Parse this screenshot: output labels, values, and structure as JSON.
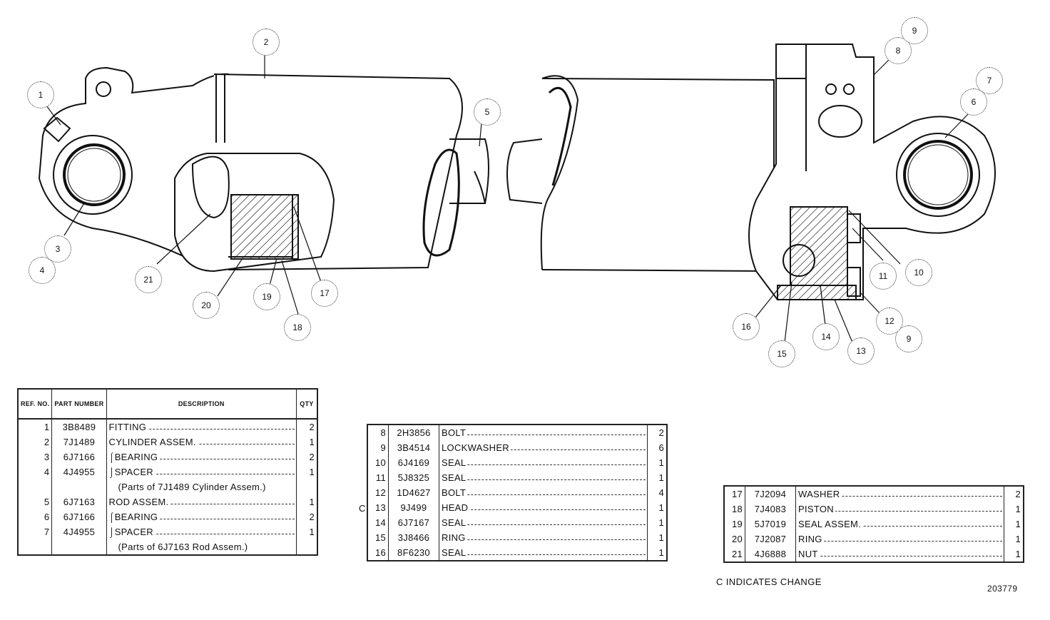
{
  "callouts": [
    {
      "id": "c1",
      "label": "1"
    },
    {
      "id": "c2",
      "label": "2"
    },
    {
      "id": "c3",
      "label": "3"
    },
    {
      "id": "c4",
      "label": "4"
    },
    {
      "id": "c5",
      "label": "5"
    },
    {
      "id": "c6",
      "label": "6"
    },
    {
      "id": "c7",
      "label": "7"
    },
    {
      "id": "c8",
      "label": "8"
    },
    {
      "id": "c9a",
      "label": "9"
    },
    {
      "id": "c9b",
      "label": "9"
    },
    {
      "id": "c10",
      "label": "10"
    },
    {
      "id": "c11",
      "label": "11"
    },
    {
      "id": "c12",
      "label": "12"
    },
    {
      "id": "c13",
      "label": "13"
    },
    {
      "id": "c14",
      "label": "14"
    },
    {
      "id": "c15",
      "label": "15"
    },
    {
      "id": "c16",
      "label": "16"
    },
    {
      "id": "c17",
      "label": "17"
    },
    {
      "id": "c18",
      "label": "18"
    },
    {
      "id": "c19",
      "label": "19"
    },
    {
      "id": "c20",
      "label": "20"
    },
    {
      "id": "c21",
      "label": "21"
    }
  ],
  "table_headers": {
    "ref": "REF. NO.",
    "part": "PART NUMBER",
    "desc": "DESCRIPTION",
    "qty": "QTY"
  },
  "table1": [
    {
      "ref": "1",
      "pn": "3B8489",
      "desc": "FITTING",
      "qty": "2",
      "leader": true
    },
    {
      "ref": "2",
      "pn": "7J1489",
      "desc": "CYLINDER ASSEM.",
      "qty": "1",
      "leader": true
    },
    {
      "ref": "3",
      "pn": "6J7166",
      "desc": "⌠BEARING",
      "qty": "2",
      "leader": true
    },
    {
      "ref": "4",
      "pn": "4J4955",
      "desc": "⌡SPACER",
      "qty": "1",
      "leader": true
    },
    {
      "ref": "",
      "pn": "",
      "desc": "(Parts of 7J1489 Cylinder Assem.)",
      "qty": "",
      "leader": false
    },
    {
      "ref": "5",
      "pn": "6J7163",
      "desc": "ROD ASSEM.",
      "qty": "1",
      "leader": true
    },
    {
      "ref": "6",
      "pn": "6J7166",
      "desc": "⌠BEARING",
      "qty": "2",
      "leader": true
    },
    {
      "ref": "7",
      "pn": "4J4955",
      "desc": "⌡SPACER",
      "qty": "1",
      "leader": true
    },
    {
      "ref": "",
      "pn": "",
      "desc": "(Parts of 6J7163 Rod Assem.)",
      "qty": "",
      "leader": false
    }
  ],
  "table2": [
    {
      "ref": "8",
      "pn": "2H3856",
      "desc": "BOLT",
      "qty": "2"
    },
    {
      "ref": "9",
      "pn": "3B4514",
      "desc": "LOCKWASHER",
      "qty": "6"
    },
    {
      "ref": "10",
      "pn": "6J4169",
      "desc": "SEAL",
      "qty": "1"
    },
    {
      "ref": "11",
      "pn": "5J8325",
      "desc": "SEAL",
      "qty": "1"
    },
    {
      "ref": "12",
      "pn": "1D4627",
      "desc": "BOLT",
      "qty": "4"
    },
    {
      "ref": "13",
      "pn": "9J499",
      "desc": "HEAD",
      "qty": "1"
    },
    {
      "ref": "14",
      "pn": "6J7167",
      "desc": "SEAL",
      "qty": "1"
    },
    {
      "ref": "15",
      "pn": "3J8466",
      "desc": "RING",
      "qty": "1"
    },
    {
      "ref": "16",
      "pn": "8F6230",
      "desc": "SEAL",
      "qty": "1"
    }
  ],
  "table3": [
    {
      "ref": "17",
      "pn": "7J2094",
      "desc": "WASHER",
      "qty": "2"
    },
    {
      "ref": "18",
      "pn": "7J4083",
      "desc": "PISTON",
      "qty": "1"
    },
    {
      "ref": "19",
      "pn": "5J7019",
      "desc": "SEAL ASSEM.",
      "qty": "1"
    },
    {
      "ref": "20",
      "pn": "7J2087",
      "desc": "RING",
      "qty": "1"
    },
    {
      "ref": "21",
      "pn": "4J6888",
      "desc": "NUT",
      "qty": "1"
    }
  ],
  "change_marker": "C",
  "change_note": "C INDICATES CHANGE",
  "drawing_number": "203779"
}
